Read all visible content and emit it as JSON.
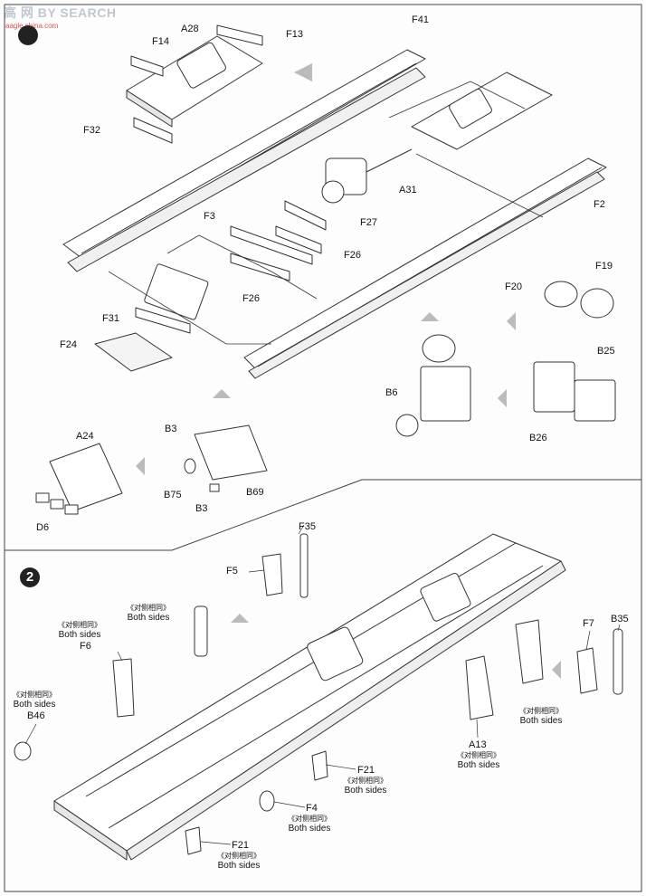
{
  "watermark": {
    "text": "高 网 BY SEARCH",
    "sub": "aagle.china.com"
  },
  "steps": [
    {
      "number": ""
    },
    {
      "number": "2"
    }
  ],
  "step1_labels": {
    "f14": "F14",
    "a28": "A28",
    "f13": "F13",
    "f41": "F41",
    "f32": "F32",
    "a31": "A31",
    "f2": "F2",
    "f3": "F3",
    "f27": "F27",
    "f26a": "F26",
    "f26b": "F26",
    "f20": "F20",
    "f19": "F19",
    "f31": "F31",
    "f24": "F24",
    "b25": "B25",
    "b6": "B6",
    "b26": "B26",
    "a24": "A24",
    "b3a": "B3",
    "b75": "B75",
    "b69": "B69",
    "b3b": "B3",
    "d6": "D6"
  },
  "step2_labels": {
    "f35": "F35",
    "f5": "F5",
    "f6": "F6",
    "b46": "B46",
    "f7": "F7",
    "b35": "B35",
    "a13": "A13",
    "f21a": "F21",
    "f4": "F4",
    "f21b": "F21"
  },
  "notes": {
    "cn": "《对侧相同》",
    "en": "Both sides"
  },
  "colors": {
    "line": "#333333",
    "fill": "#ffffff",
    "shade": "#cfcfcf",
    "step_badge": "#222222"
  }
}
